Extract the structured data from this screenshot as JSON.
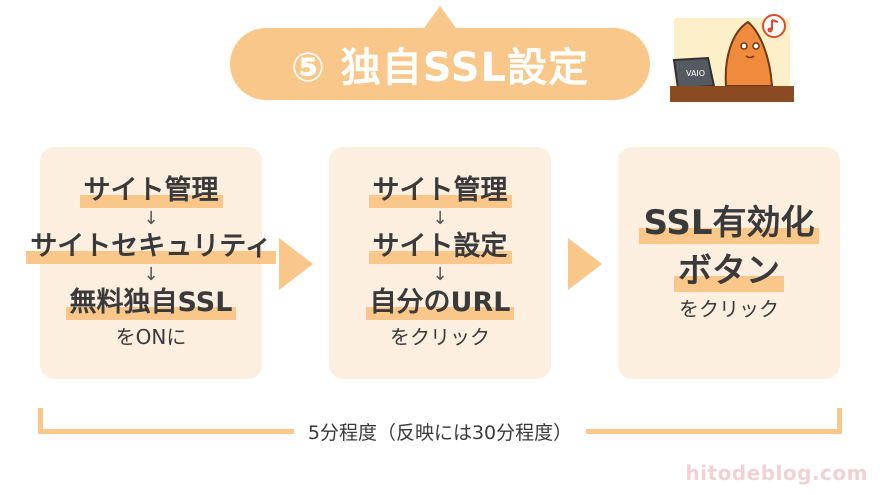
{
  "title": "⑤ 独自SSL設定",
  "steps": [
    {
      "lines": [
        "サイト管理",
        "サイトセキュリティ",
        "無料独自SSL"
      ],
      "action": "をONに"
    },
    {
      "lines": [
        "サイト管理",
        "サイト設定",
        "自分のURL"
      ],
      "action": "をクリック"
    },
    {
      "lines": [
        "SSL有効化",
        "ボタン"
      ],
      "action": "をクリック"
    }
  ],
  "arrow_glyph": "↓",
  "duration": "5分程度（反映には30分程度）",
  "watermark": "hitodeblog.com",
  "illustration": {
    "icons": [
      "laptop-icon",
      "music-note-icon",
      "starfish-character-icon"
    ],
    "laptop_logo": "VAIO"
  },
  "colors": {
    "accent": "#f9c78a",
    "box_bg": "#fdefdf",
    "text": "#3a3a3a",
    "character": "#f08a3c",
    "desk": "#8a4a22",
    "watermark": "#f0d2d5"
  }
}
